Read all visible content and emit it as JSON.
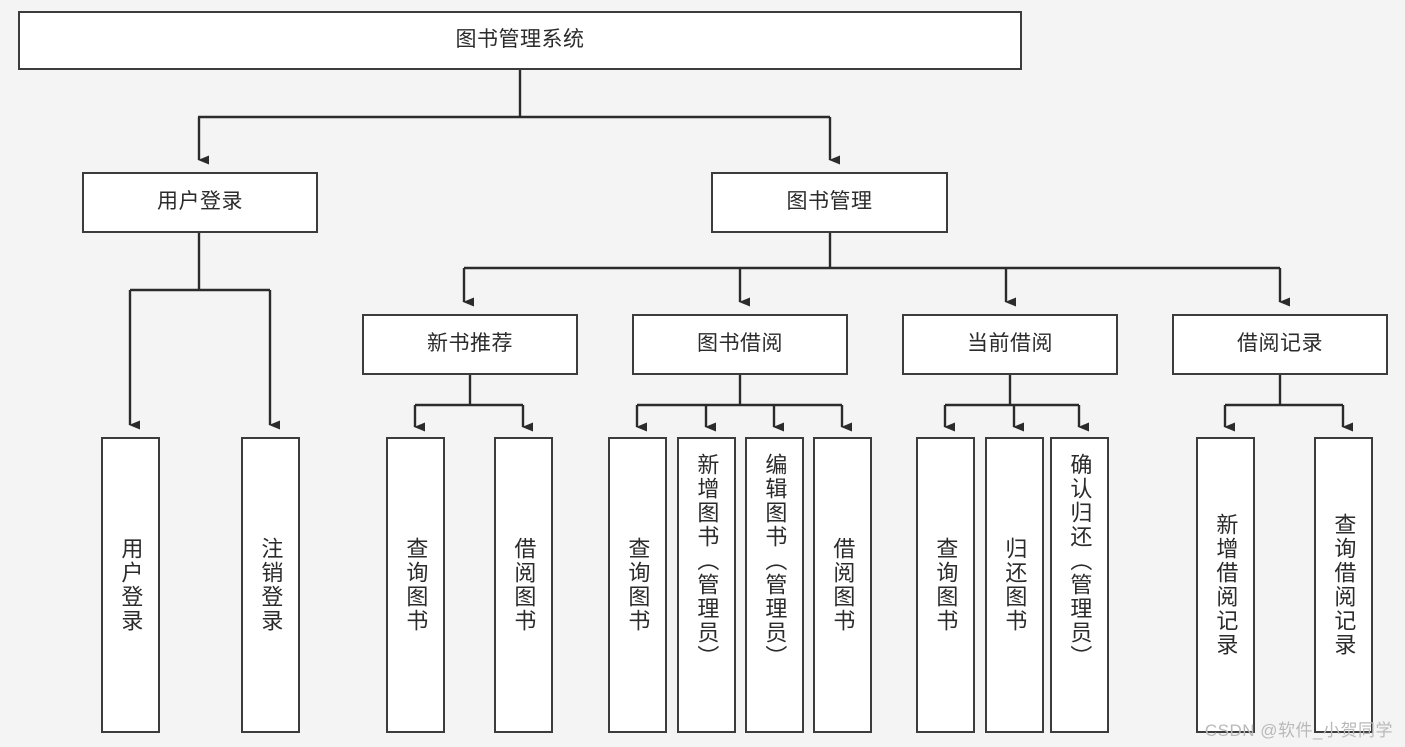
{
  "diagram": {
    "title": "图书管理系统",
    "type": "tree",
    "watermark": "CSDN @软件_小贺同学",
    "colors": {
      "background": "#f4f4f4",
      "node_fill": "#ffffff",
      "node_border": "#3c3c3c",
      "connector": "#2b2b2b",
      "text": "#2b2b2b",
      "watermark": "#b9b9b9"
    },
    "nodes": {
      "root": {
        "label": "图书管理系统",
        "orientation": "horizontal"
      },
      "level2": [
        {
          "id": "user-login",
          "label": "用户登录",
          "orientation": "horizontal"
        },
        {
          "id": "book-manage",
          "label": "图书管理",
          "orientation": "horizontal"
        }
      ],
      "level3": [
        {
          "id": "new-book-recommend",
          "label": "新书推荐",
          "orientation": "horizontal"
        },
        {
          "id": "book-borrow",
          "label": "图书借阅",
          "orientation": "horizontal"
        },
        {
          "id": "current-borrow",
          "label": "当前借阅",
          "orientation": "horizontal"
        },
        {
          "id": "borrow-record",
          "label": "借阅记录",
          "orientation": "horizontal"
        }
      ],
      "leaves": [
        {
          "id": "leaf-user-login",
          "label": "用户登录",
          "parent": "user-login",
          "orientation": "vertical"
        },
        {
          "id": "leaf-logout-login",
          "label": "注销登录",
          "parent": "user-login",
          "orientation": "vertical"
        },
        {
          "id": "leaf-query-book-1",
          "label": "查询图书",
          "parent": "new-book-recommend",
          "orientation": "vertical"
        },
        {
          "id": "leaf-borrow-book-1",
          "label": "借阅图书",
          "parent": "new-book-recommend",
          "orientation": "vertical"
        },
        {
          "id": "leaf-query-book-2",
          "label": "查询图书",
          "parent": "book-borrow",
          "orientation": "vertical"
        },
        {
          "id": "leaf-add-book",
          "label": "新增图书（管理员）",
          "parent": "book-borrow",
          "orientation": "vertical"
        },
        {
          "id": "leaf-edit-book",
          "label": "编辑图书（管理员）",
          "parent": "book-borrow",
          "orientation": "vertical"
        },
        {
          "id": "leaf-borrow-book-2",
          "label": "借阅图书",
          "parent": "book-borrow",
          "orientation": "vertical"
        },
        {
          "id": "leaf-query-book-3",
          "label": "查询图书",
          "parent": "current-borrow",
          "orientation": "vertical"
        },
        {
          "id": "leaf-return-book",
          "label": "归还图书",
          "parent": "current-borrow",
          "orientation": "vertical"
        },
        {
          "id": "leaf-confirm-return",
          "label": "确认归还（管理员）",
          "parent": "current-borrow",
          "orientation": "vertical"
        },
        {
          "id": "leaf-add-record",
          "label": "新增借阅记录",
          "parent": "borrow-record",
          "orientation": "vertical"
        },
        {
          "id": "leaf-query-record",
          "label": "查询借阅记录",
          "parent": "borrow-record",
          "orientation": "vertical"
        }
      ]
    }
  }
}
